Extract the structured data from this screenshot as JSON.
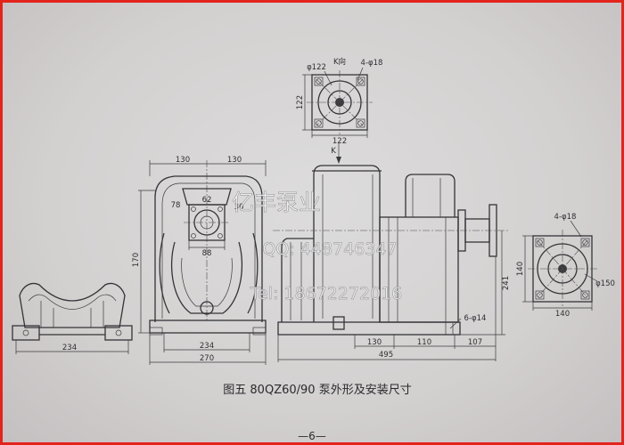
{
  "page": {
    "caption": "图五 80QZ60/90 泵外形及安装尺寸",
    "page_number": "—6—"
  },
  "watermark": {
    "company": "亿丰泵业",
    "qq": "QQ: 448746347",
    "tel": "Tel: 18672272016"
  },
  "k_view": {
    "title": "K向",
    "bore": "φ122",
    "hole_spec": "4-φ18",
    "height": "122",
    "width": "122"
  },
  "front_view": {
    "top_left": "130",
    "top_right": "130",
    "outlet_top": "62",
    "outlet_left": "78",
    "outlet_right": "30",
    "outlet_width": "88",
    "height": "170",
    "base_inner": "234",
    "base_outer": "270"
  },
  "saddle_view": {
    "width": "234"
  },
  "side_view": {
    "k_arrow": "K",
    "height": "241",
    "hole_spec": "6-φ14",
    "dim_a": "130",
    "dim_b": "110",
    "dim_c": "107",
    "length": "495"
  },
  "flange_view": {
    "hole_spec": "4-φ18",
    "height": "140",
    "bore": "φ150",
    "width": "140"
  },
  "colors": {
    "paper": "#d6d4d3",
    "ink": "#343437",
    "frame": "#e3241d"
  }
}
